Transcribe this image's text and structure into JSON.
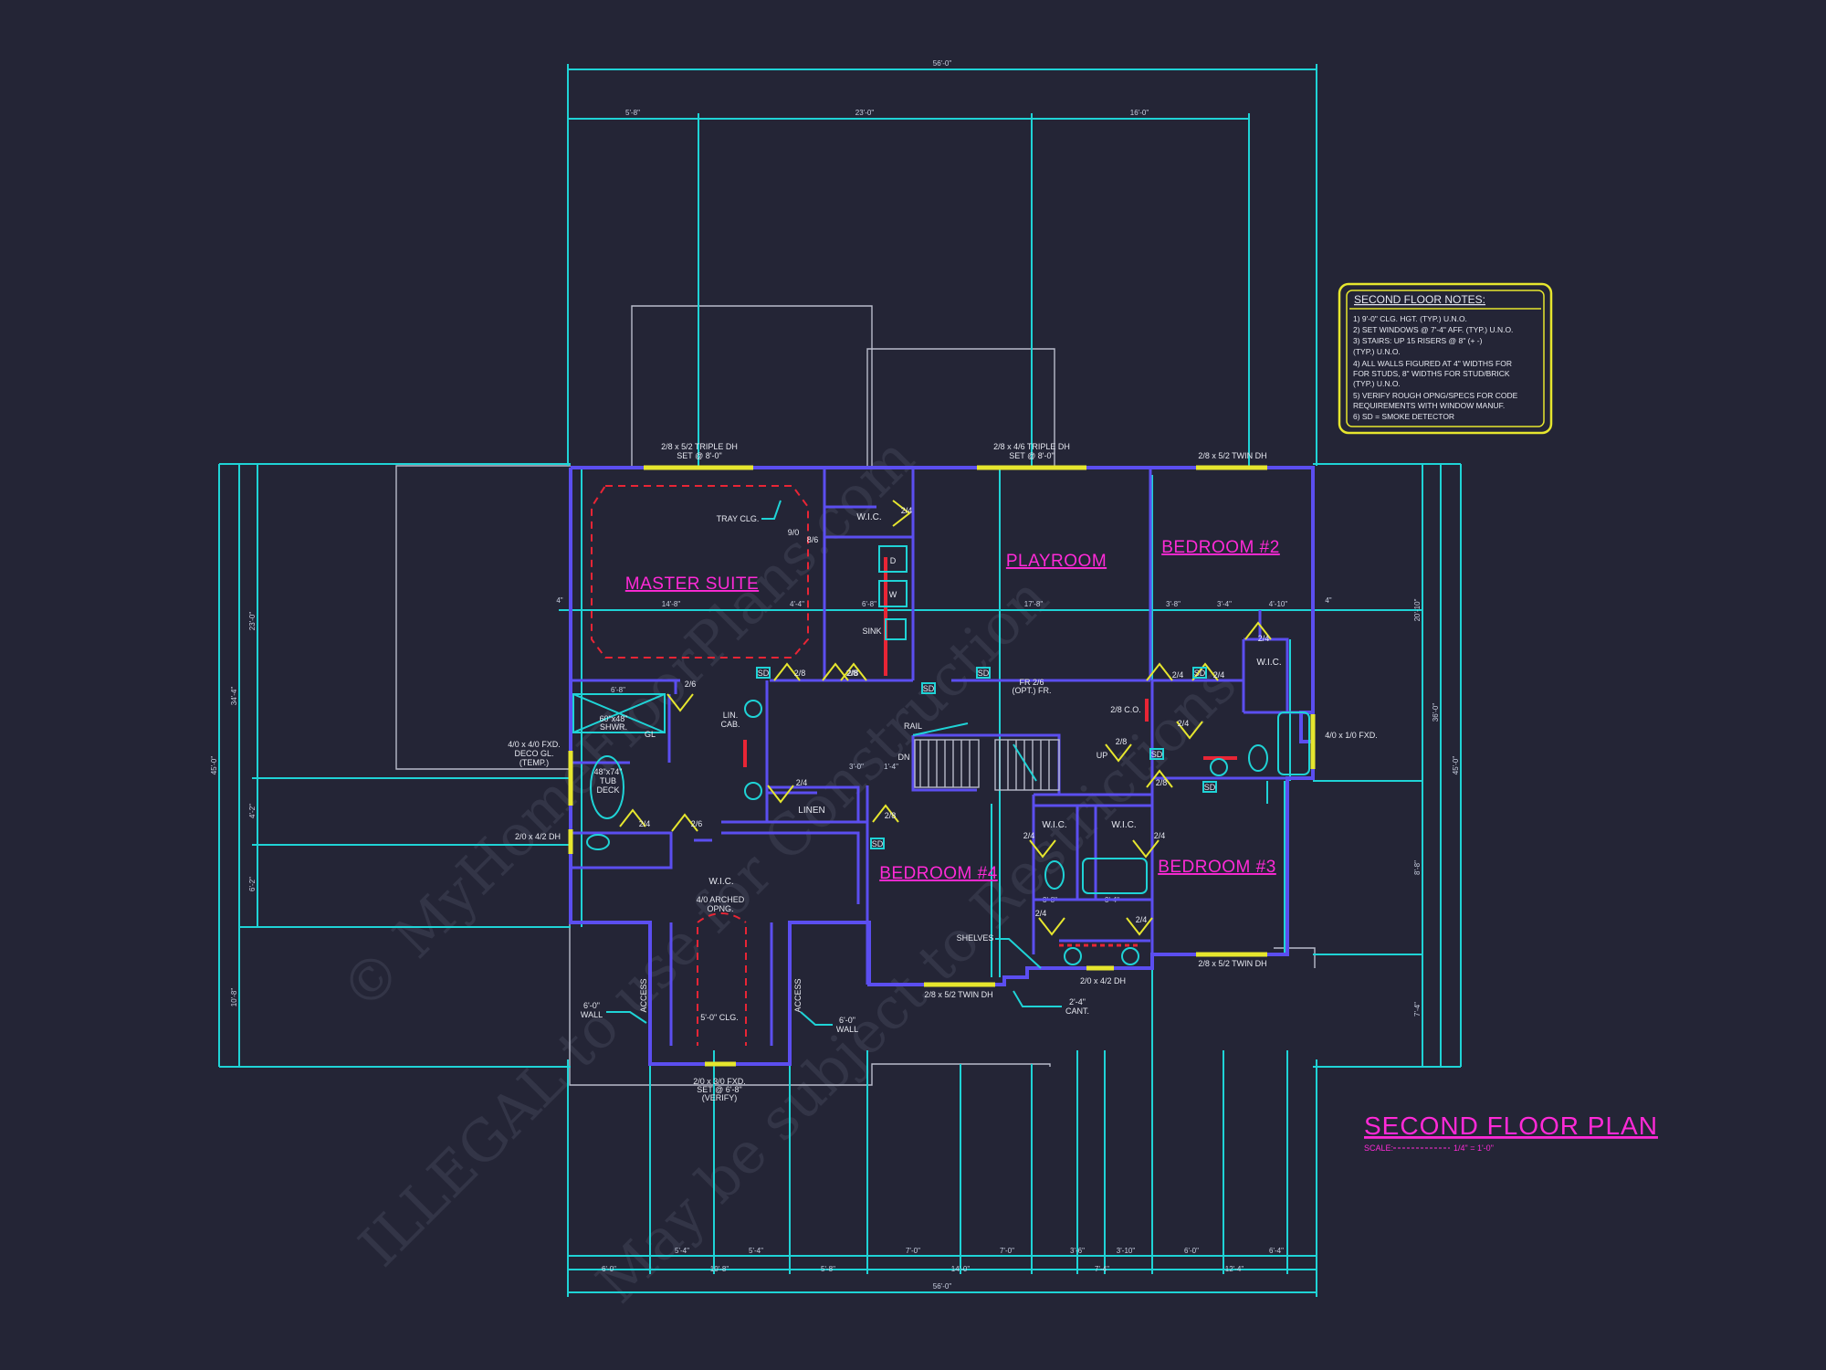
{
  "title": "SECOND FLOOR PLAN",
  "scale_label": "SCALE:",
  "scale_value": "1/4\" = 1'-0\"",
  "notes": {
    "heading": "SECOND FLOOR NOTES:",
    "items": [
      "1) 9'-0\" CLG. HGT. (TYP.) U.N.O.",
      "2) SET WINDOWS @ 7'-4\" AFF. (TYP.) U.N.O.",
      "3) STAIRS: UP 15 RISERS @ 8\" (+ -)",
      "   (TYP.) U.N.O.",
      "4) ALL WALLS FIGURED AT 4\" WIDTHS FOR",
      "   FOR STUDS, 8\" WIDTHS FOR STUD/BRICK",
      "   (TYP.) U.N.O.",
      "5) VERIFY ROUGH OPNG/SPECS FOR CODE",
      "   REQUIREMENTS WITH WINDOW MANUF.",
      "6) SD = SMOKE DETECTOR"
    ]
  },
  "rooms": {
    "master": "MASTER SUITE",
    "playroom": "PLAYROOM",
    "bed2": "BEDROOM #2",
    "bed3": "BEDROOM #3",
    "bed4": "BEDROOM #4"
  },
  "labels": {
    "tray": "TRAY CLG.",
    "wic": "W.I.C.",
    "sink": "SINK",
    "dryer": "D",
    "washer": "W",
    "lin_cab": "LIN.",
    "lin_cab2": "CAB.",
    "linen": "LINEN",
    "rail": "RAIL",
    "dn": "DN",
    "up": "UP",
    "fr": "FR 2/6",
    "fr2": "(OPT.) FR.",
    "co": "2/8 C.O.",
    "shelves": "SHELVES",
    "shwr": "60\"x48\"",
    "shwr2": "SHWR.",
    "tub": "48\"x74\"",
    "tub2": "TUB",
    "tub3": "DECK",
    "arched": "4/0 ARCHED",
    "arched2": "OPNG.",
    "clg": "5'-0\" CLG.",
    "access": "ACCESS",
    "wall6": "6'-0\"",
    "wall6b": "WALL",
    "cant": "2'-4\"",
    "cant2": "CANT.",
    "sd": "SD",
    "gl": "GL",
    "dim_4": "4\"",
    "d96": "9/0",
    "d86": "8/6"
  },
  "windows": {
    "w_master": "2/8 x 5/2 TRIPLE DH",
    "w_master_set": "SET @ 8'-0\"",
    "w_play": "2/8 x 4/6 TRIPLE DH",
    "w_play_set": "SET @ 8'-0\"",
    "w_bed2": "2/8 x 5/2 TWIN DH",
    "w_bed2_side": "4/0 x 1/0 FXD.",
    "w_bed3": "2/8 x 5/2 TWIN DH",
    "w_bed4": "2/8 x 5/2 TWIN DH",
    "w_bath": "2/0 x 4/2 DH",
    "w_deco": "4/0 x 4/0 FXD.",
    "w_deco2": "DECO GL.",
    "w_deco3": "(TEMP.)",
    "w_mbath": "2/0 x 4/2 DH",
    "w_bottom": "2/0 x 3/0 FXD.",
    "w_bottom2": "SET @ 6'-8\"",
    "w_bottom3": "(VERIFY)"
  },
  "doors": [
    "2/4",
    "2/6",
    "2/8",
    "2/8",
    "2/8",
    "2/4",
    "2/4",
    "2/4",
    "2/6",
    "2/4",
    "2/8",
    "2/8",
    "2/4",
    "2/4",
    "2/4",
    "2/4",
    "2/4",
    "2/8",
    "2/4"
  ],
  "dims": {
    "top_total": "56'-0\"",
    "top_a": "5'-8\"",
    "top_b": "23'-0\"",
    "top_c": "16'-0\"",
    "bot_total": "56'-0\"",
    "bot_row": [
      "6'-0\"",
      "5'-4\"",
      "10'-8\"",
      "5'-4\"",
      "5'-8\"",
      "7'-0\"",
      "14'-0\"",
      "7'-0\"",
      "3'-6\"",
      "7'-4\"",
      "3'-10\"",
      "6'-0\"",
      "12'-4\"",
      "6'-4\""
    ],
    "left_total": "45'-0\"",
    "left_a": "34'-4\"",
    "left_b": "23'-0\"",
    "left_c": "4'-2\"",
    "left_d": "6'-2\"",
    "left_e": "10'-8\"",
    "right_total": "45'-0\"",
    "right_a": "36'-0\"",
    "right_b": "20'-10\"",
    "right_c": "8'-8\"",
    "right_d": "7'-4\"",
    "mid_a": "14'-8\"",
    "mid_b": "4'-4\"",
    "mid_c": "6'-8\"",
    "mid_d": "17'-8\"",
    "mid_e": "3'-8\"",
    "mid_f": "3'-4\"",
    "mid_g": "4'-10\"",
    "mid_h": "3'-8\"",
    "mid_i": "3'-0\"",
    "mid_j": "1'-4\"",
    "mid_k": "3'-4\"",
    "mid_l": "6'-8\""
  },
  "watermark": [
    "© MyHomeFloorPlans.com",
    "ILLEGAL to use for Construction",
    "May be subject to Restrictions"
  ],
  "colors": {
    "background": "#242536",
    "dimension": "#1fd3d6",
    "wall": "#5b4ef0",
    "window": "#e6e62e",
    "room_label": "#ff2ad7",
    "notes_border": "#e6e62e"
  }
}
